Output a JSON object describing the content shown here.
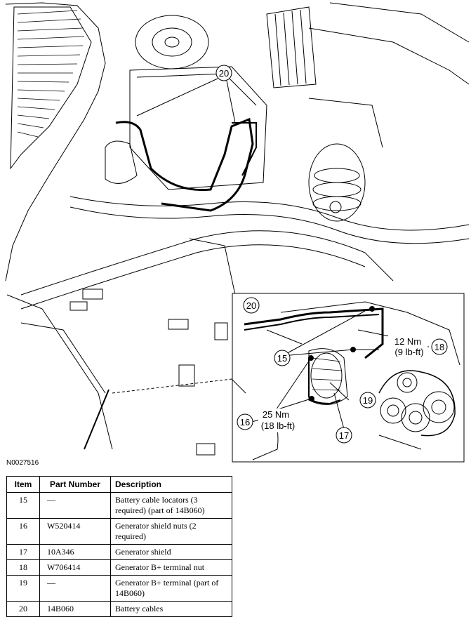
{
  "callouts": {
    "main_20": "20",
    "inset_20": "20",
    "inset_15": "15",
    "inset_16": "16",
    "inset_17": "17",
    "inset_18": "18",
    "inset_19": "19"
  },
  "torque": {
    "upper_nm": "12 Nm",
    "upper_lbft": "(9 lb-ft)",
    "lower_nm": "25 Nm",
    "lower_lbft": "(18 lb-ft)"
  },
  "figure_id": "N0027516",
  "table": {
    "headers": {
      "item": "Item",
      "part": "Part Number",
      "description": "Description"
    },
    "rows": [
      {
        "item": "15",
        "part": "—",
        "description": "Battery cable locators (3 required) (part of 14B060)"
      },
      {
        "item": "16",
        "part": "W520414",
        "description": "Generator shield nuts (2 required)"
      },
      {
        "item": "17",
        "part": "10A346",
        "description": "Generator shield"
      },
      {
        "item": "18",
        "part": "W706414",
        "description": "Generator B+ terminal nut"
      },
      {
        "item": "19",
        "part": "—",
        "description": "Generator B+ terminal (part of 14B060)"
      },
      {
        "item": "20",
        "part": "14B060",
        "description": "Battery cables"
      }
    ]
  }
}
